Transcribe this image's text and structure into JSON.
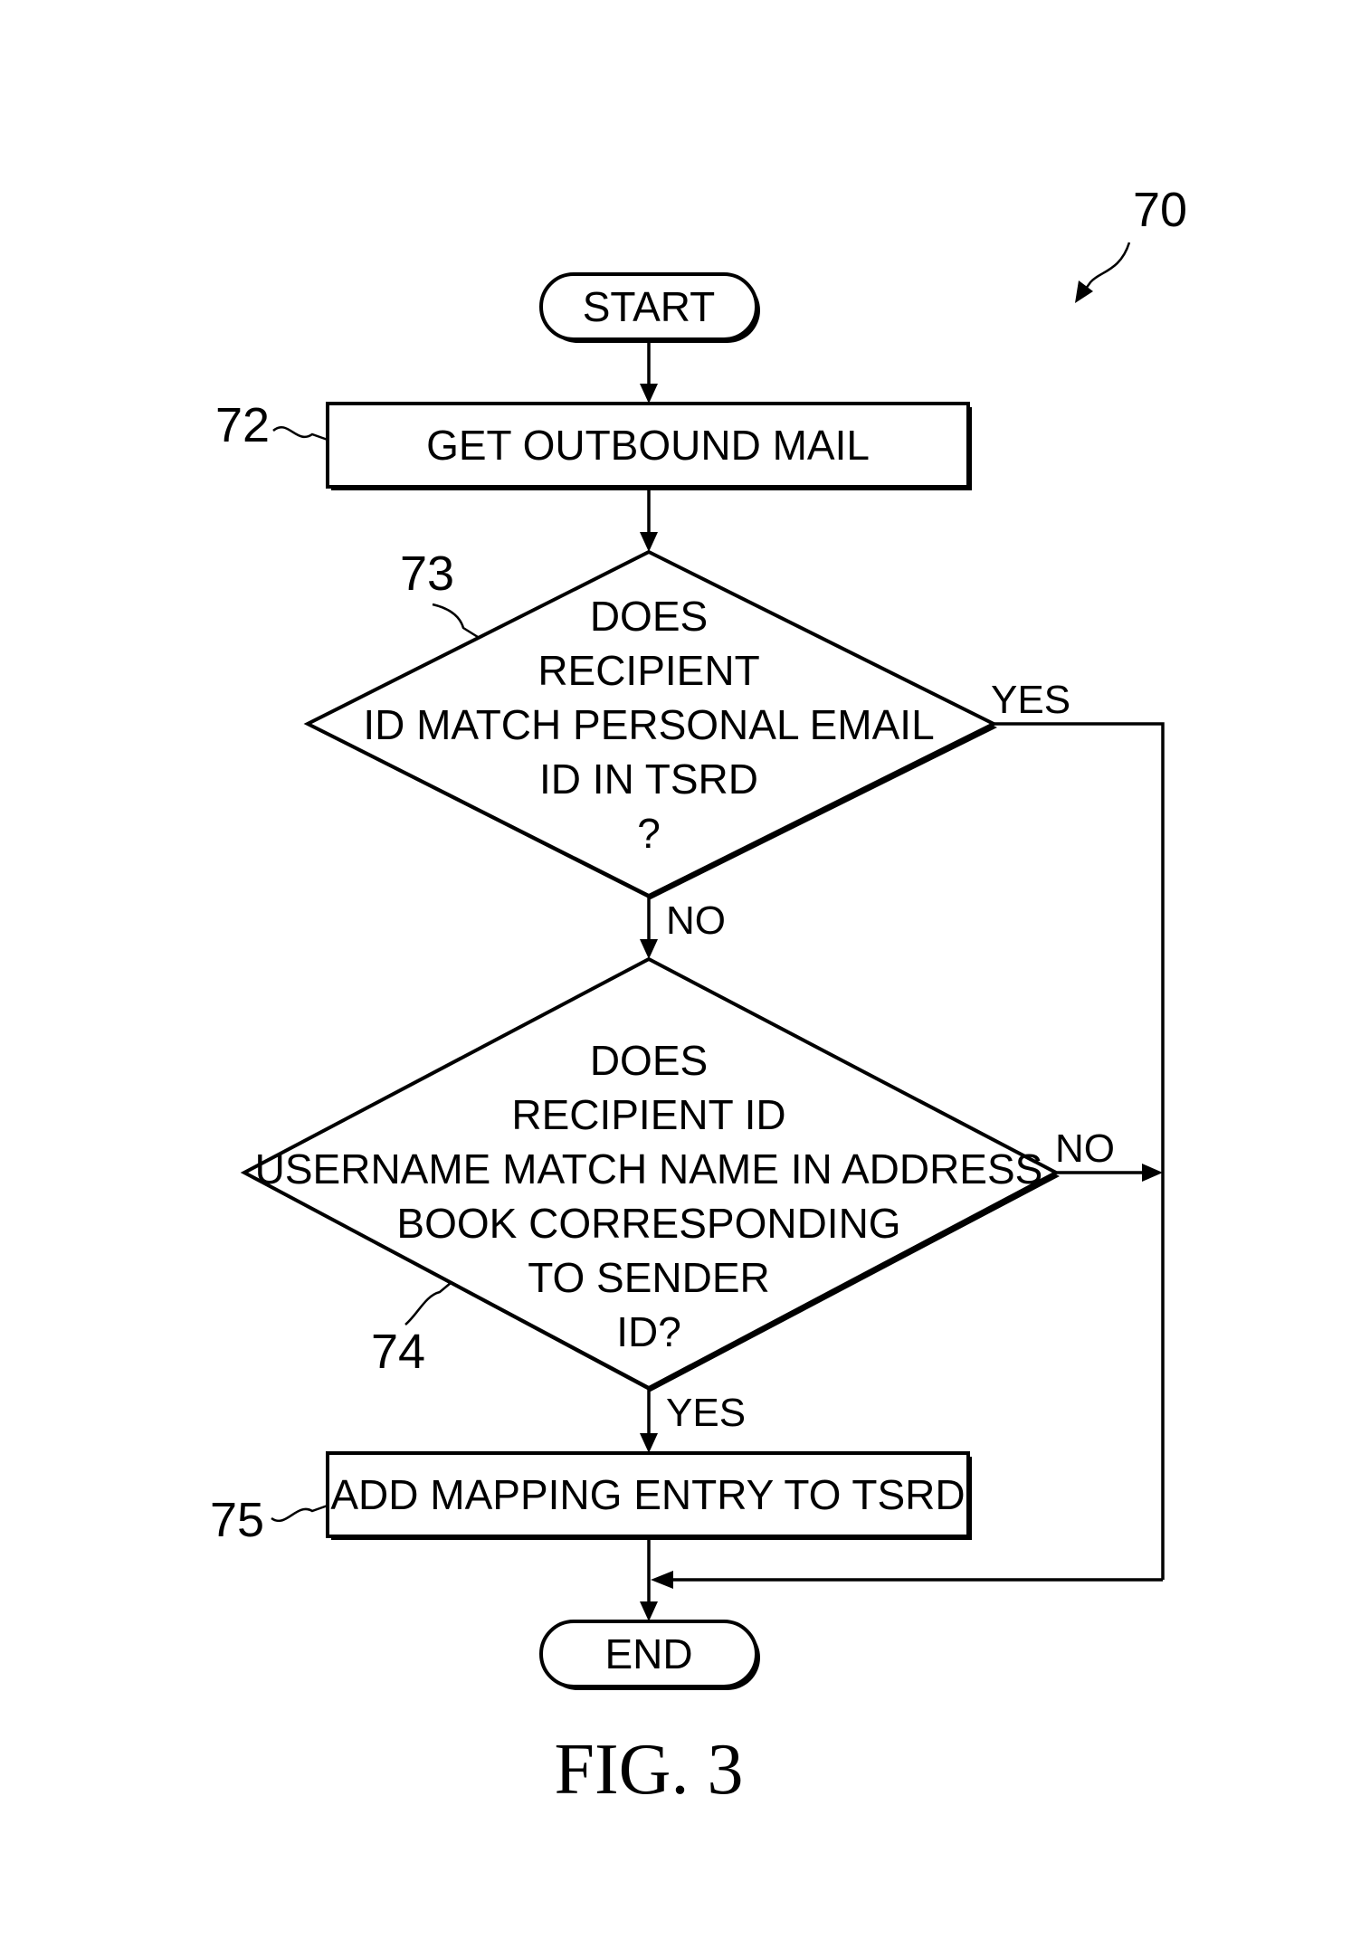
{
  "figure_ref": "70",
  "caption": "FIG. 3",
  "nodes": {
    "start": {
      "label": "START"
    },
    "get_mail": {
      "ref": "72",
      "label": "GET OUTBOUND MAIL"
    },
    "decision_73": {
      "ref": "73",
      "lines": [
        "DOES",
        "RECIPIENT",
        "ID MATCH PERSONAL EMAIL",
        "ID IN TSRD",
        "?"
      ]
    },
    "decision_74": {
      "ref": "74",
      "lines": [
        "DOES",
        "RECIPIENT ID",
        "USERNAME MATCH NAME IN ADDRESS",
        "BOOK CORRESPONDING",
        "TO SENDER",
        "ID?"
      ]
    },
    "add_mapping": {
      "ref": "75",
      "label": "ADD MAPPING ENTRY TO TSRD"
    },
    "end": {
      "label": "END"
    }
  },
  "edges": {
    "d73_yes": "YES",
    "d73_no": "NO",
    "d74_no": "NO",
    "d74_yes": "YES"
  }
}
